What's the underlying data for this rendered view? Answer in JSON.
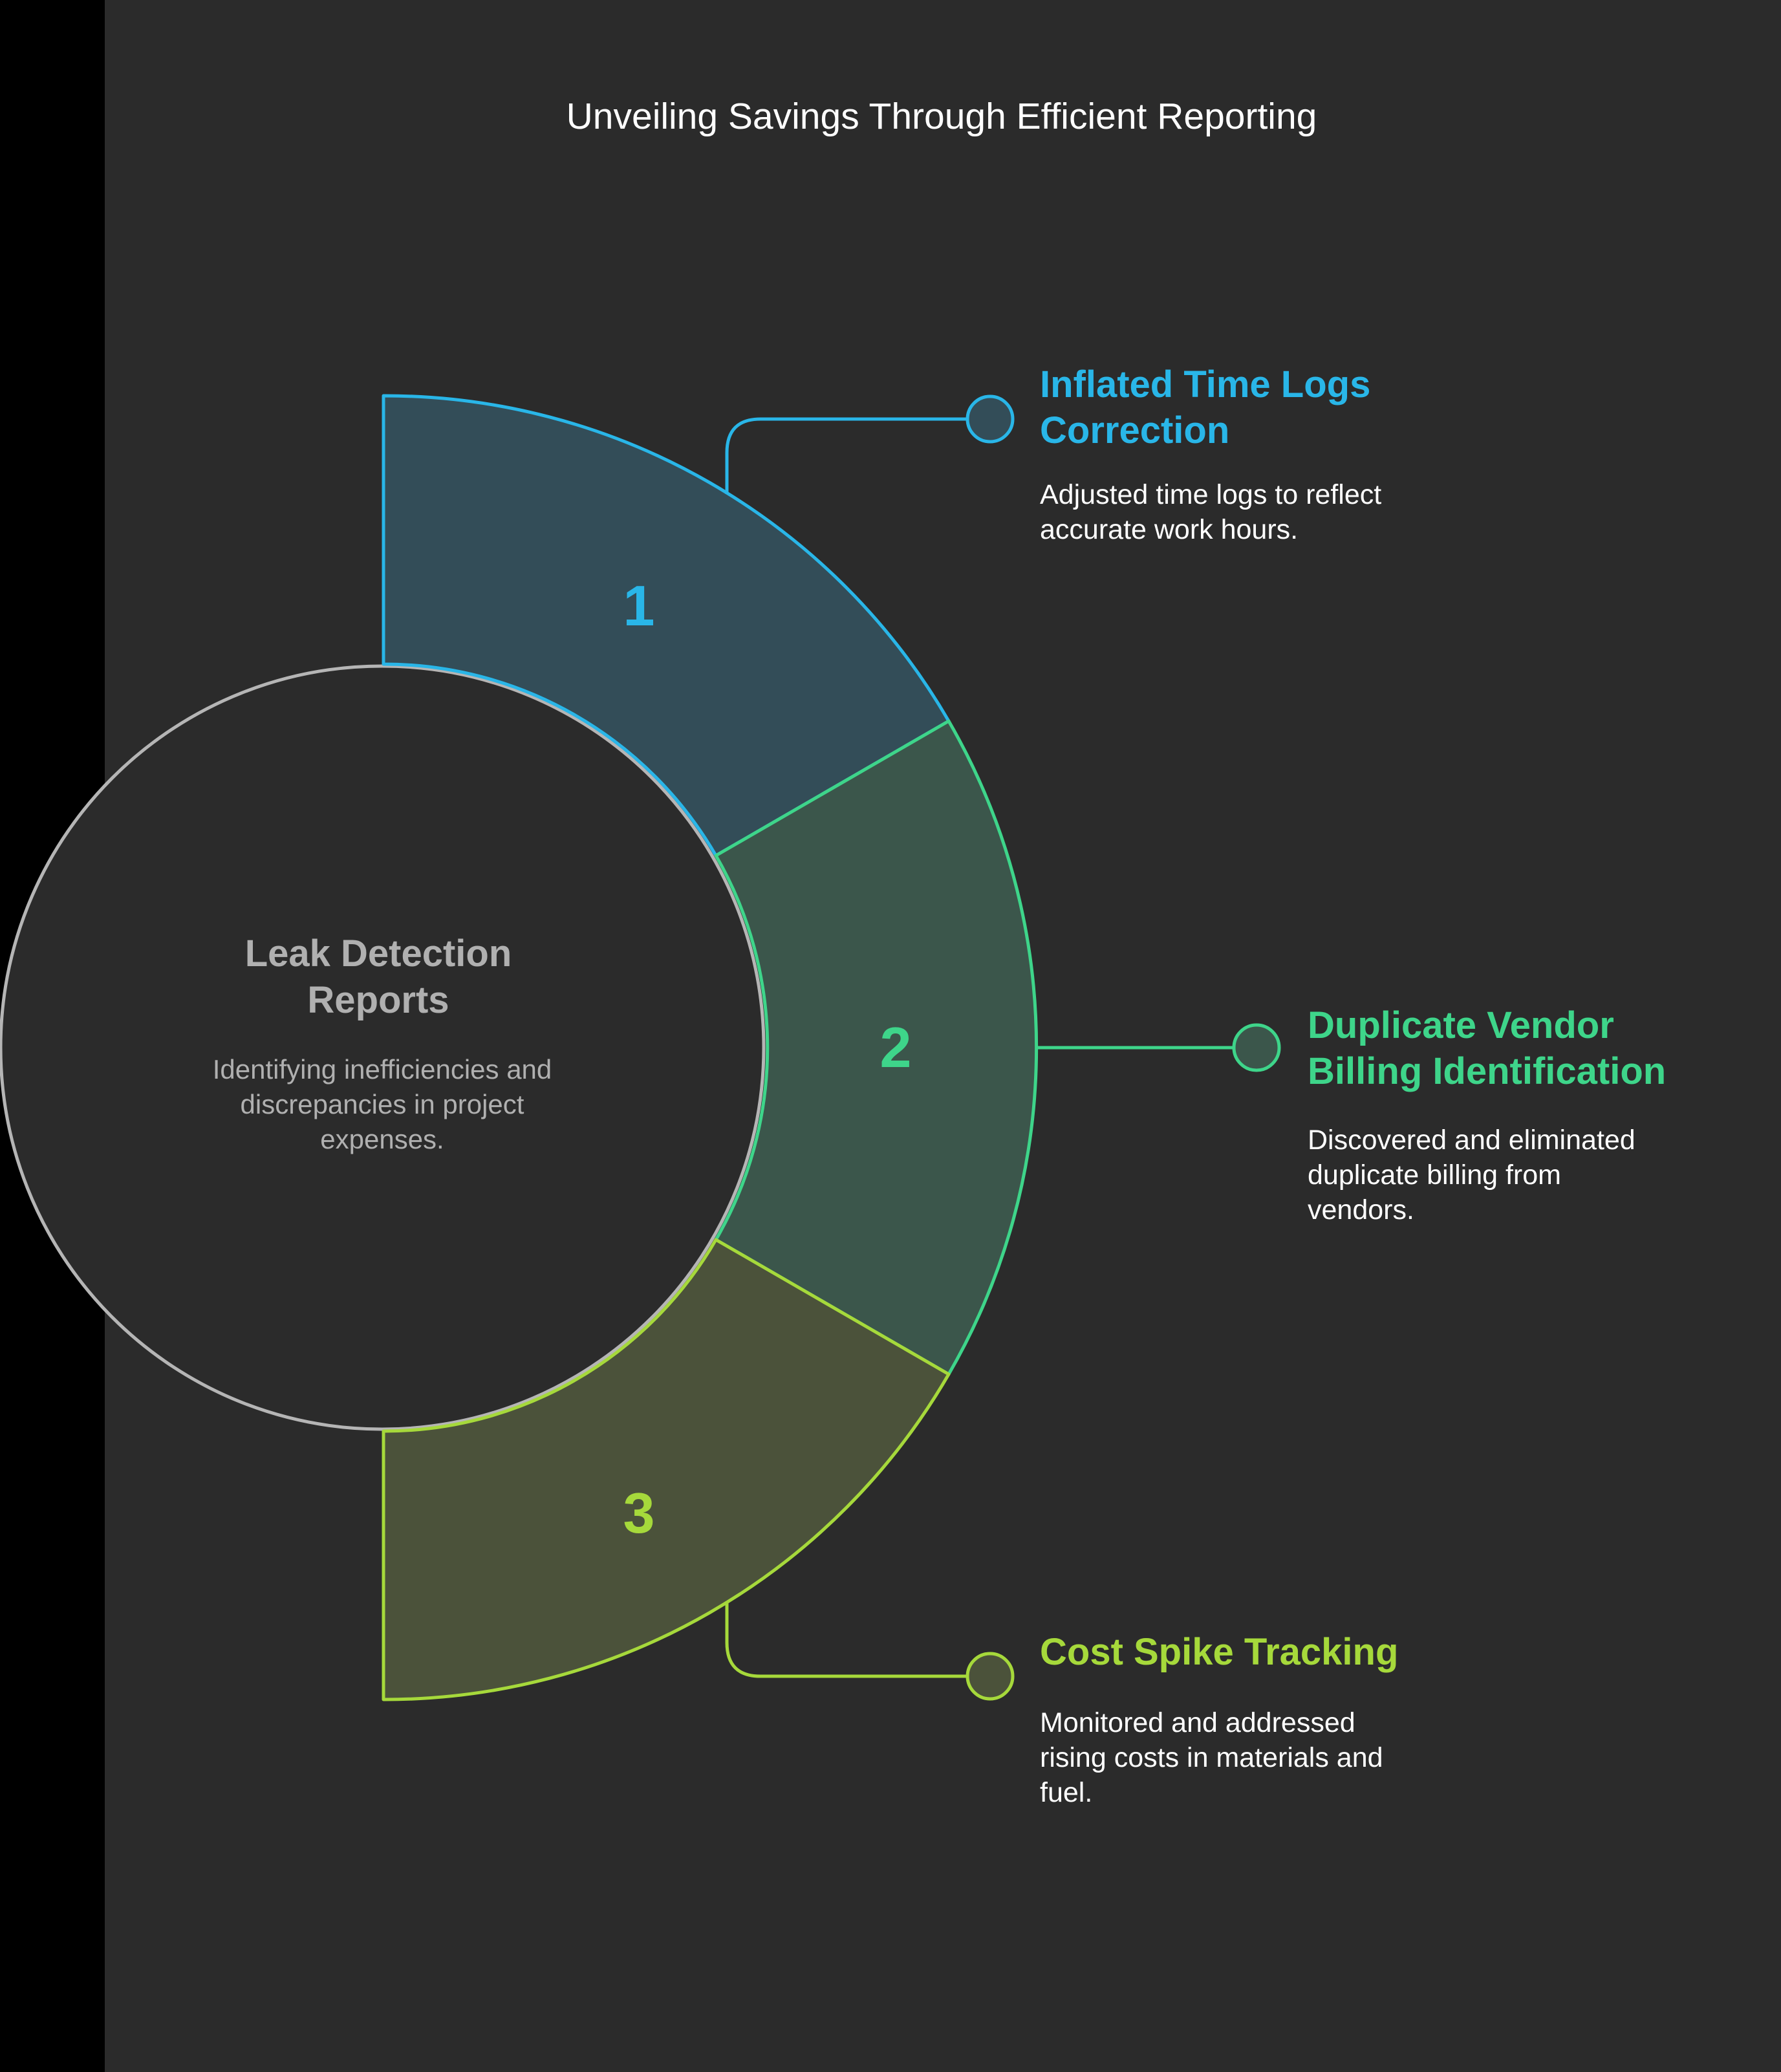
{
  "title": "Unveiling Savings Through Efficient Reporting",
  "center": {
    "title_lines": [
      "Leak Detection",
      "Reports"
    ],
    "desc_lines": [
      "Identifying inefficiencies and",
      "discrepancies in project",
      "expenses."
    ]
  },
  "items": [
    {
      "number": "1",
      "title_lines": [
        "Inflated Time Logs",
        "Correction"
      ],
      "desc_lines": [
        "Adjusted time logs to reflect",
        "accurate work hours."
      ],
      "color": "#29b6e8",
      "fill": "#334d58"
    },
    {
      "number": "2",
      "title_lines": [
        "Duplicate Vendor",
        "Billing Identification"
      ],
      "desc_lines": [
        "Discovered and eliminated",
        "duplicate billing from",
        "vendors."
      ],
      "color": "#3ed58a",
      "fill": "#3b564b"
    },
    {
      "number": "3",
      "title_lines": [
        "Cost Spike Tracking"
      ],
      "desc_lines": [
        "Monitored and addressed",
        "rising costs in materials and",
        "fuel."
      ],
      "color": "#a6d93b",
      "fill": "#4b523a"
    }
  ],
  "colors": {
    "background": "#2b2b2b",
    "left_strip": "#000000",
    "center_stroke": "#b5b5b5",
    "center_text": "#b0b0b0"
  }
}
